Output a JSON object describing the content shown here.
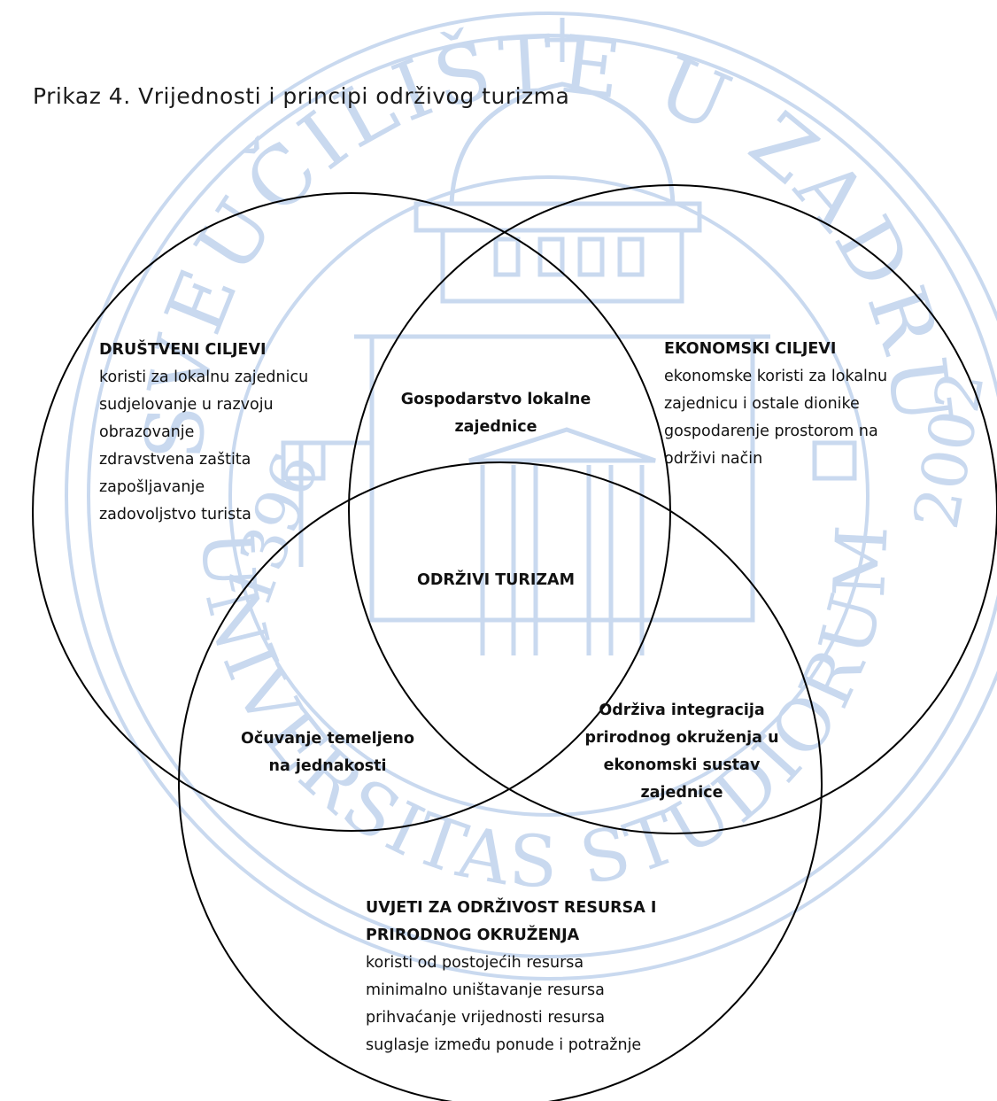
{
  "title": "Prikaz 4. Vrijednosti i principi održivog turizma",
  "watermark": {
    "arc_top": "SVEUČILIŠTE U ZADRU",
    "arc_bottom": "UNIVERSITAS STUDIORUM JADERTINA",
    "year_left": "1396",
    "year_right": "2002",
    "color": "#c9d9ef"
  },
  "regions": {
    "social": {
      "heading": "DRUŠTVENI CILJEVI",
      "items": [
        "koristi za lokalnu zajednicu",
        "sudjelovanje u razvoju",
        "obrazovanje",
        "zdravstvena zaštita",
        "zapošljavanje",
        "zadovoljstvo turista"
      ]
    },
    "economic": {
      "heading": "EKONOMSKI CILJEVI",
      "items": [
        "ekonomske koristi za lokalnu",
        "zajednicu i ostale dionike",
        "gospodarenje prostorom na",
        "održivi način"
      ]
    },
    "environment": {
      "heading_lines": [
        "UVJETI ZA ODRŽIVOST RESURSA I",
        "PRIRODNOG OKRUŽENJA"
      ],
      "items": [
        "koristi od postojećih resursa",
        "minimalno uništavanje resursa",
        "prihvaćanje vrijednosti resursa",
        "suglasje između ponude i potražnje"
      ]
    },
    "social_economic": [
      "Gospodarstvo lokalne",
      "zajednice"
    ],
    "social_environment": [
      "Očuvanje temeljeno",
      "na jednakosti"
    ],
    "economic_environment": [
      "Održiva integracija",
      "prirodnog okruženja u",
      "ekonomski sustav",
      "zajednice"
    ],
    "center": "ODRŽIVI TURIZAM"
  }
}
